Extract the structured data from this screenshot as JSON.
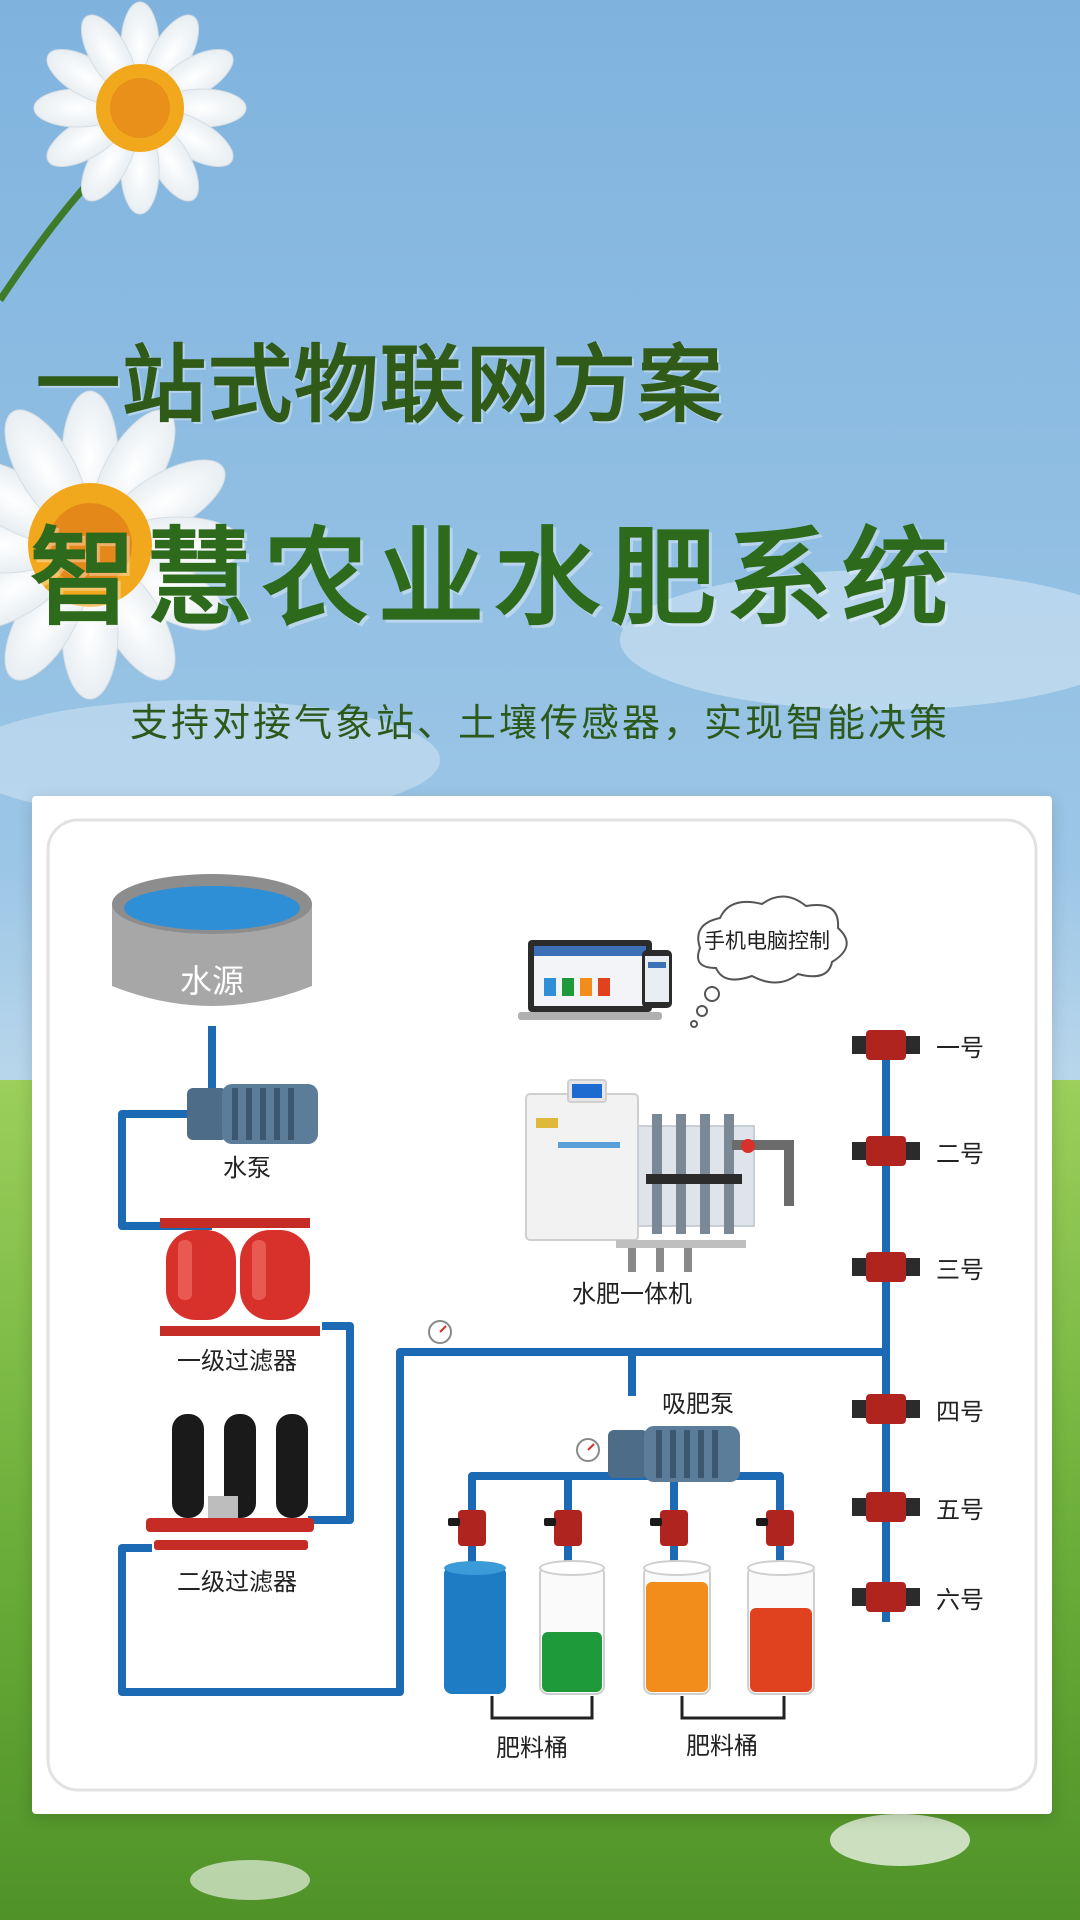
{
  "header": {
    "headline": "一站式物联网方案",
    "title": "智慧农业水肥系统",
    "subtitle": "支持对接气象站、土壤传感器，实现智能决策"
  },
  "diagram": {
    "water_source": "水源",
    "water_pump": "水泵",
    "primary_filter": "一级过滤器",
    "secondary_filter": "二级过滤器",
    "remote_control": "手机电脑控制",
    "integrated_machine": "水肥一体机",
    "suction_pump": "吸肥泵",
    "fertilizer_bucket_left": "肥料桶",
    "fertilizer_bucket_right": "肥料桶",
    "valves": [
      "一号",
      "二号",
      "三号",
      "四号",
      "五号",
      "六号"
    ]
  },
  "colors": {
    "pipe": "#1b6ab3",
    "title_green": "#2d6a1c",
    "tank_blue": "#1d7cc4",
    "tank_green": "#1f9a3a",
    "tank_orange": "#f28c1a",
    "tank_red": "#e0421f",
    "filter_red": "#d8302a"
  }
}
